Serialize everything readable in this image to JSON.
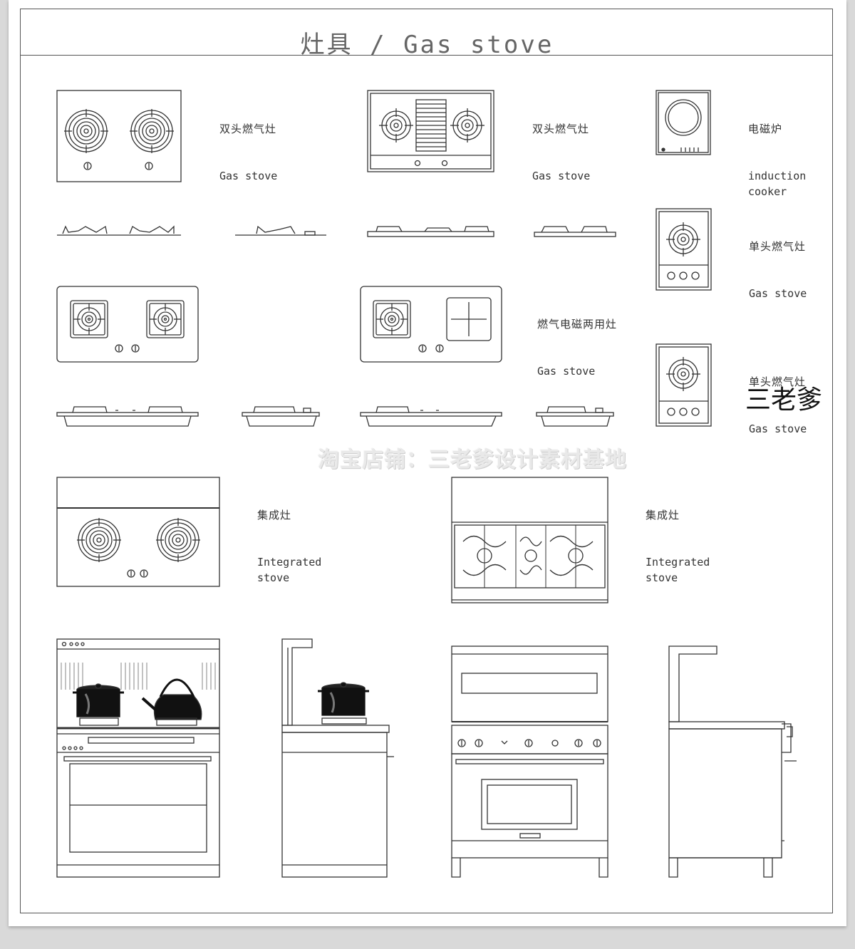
{
  "page": {
    "title": "灶具 / Gas stove",
    "watermark": "淘宝店铺：三老爹设计素材基地",
    "signature": "三老爹"
  },
  "labels": [
    {
      "key": "double-gas-1",
      "cn": "双头燃气灶",
      "en": "Gas stove"
    },
    {
      "key": "double-gas-2",
      "cn": "双头燃气灶",
      "en": "Gas stove"
    },
    {
      "key": "induction",
      "cn": "电磁炉",
      "en": "induction\ncooker"
    },
    {
      "key": "single-gas-1",
      "cn": "单头燃气灶",
      "en": "Gas stove"
    },
    {
      "key": "dual-fuel",
      "cn": "燃气电磁两用灶",
      "en": "Gas stove"
    },
    {
      "key": "single-gas-2",
      "cn": "单头燃气灶",
      "en": "Gas stove"
    },
    {
      "key": "integrated-1",
      "cn": "集成灶",
      "en": "Integrated\nstove"
    },
    {
      "key": "integrated-2",
      "cn": "集成灶",
      "en": "Integrated\nstove"
    }
  ]
}
